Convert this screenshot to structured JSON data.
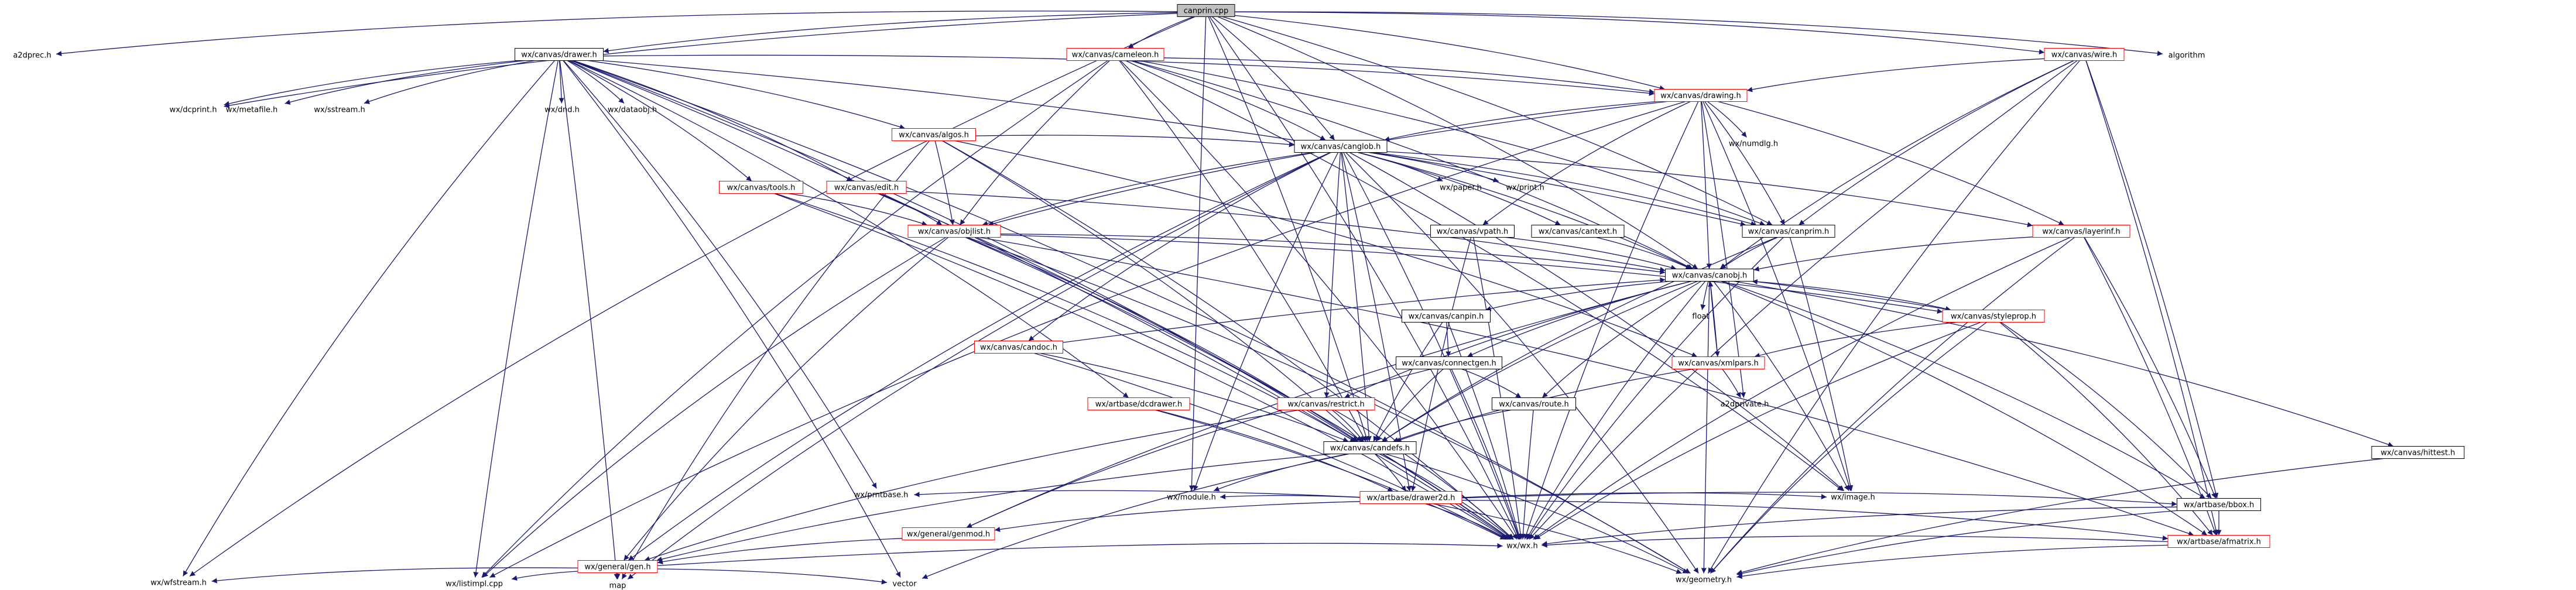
{
  "graph": {
    "root": "canprin.cpp",
    "nodes": [
      {
        "id": "canprin.cpp",
        "label": "canprin.cpp",
        "style": "root"
      },
      {
        "id": "a2dprec.h",
        "label": "a2dprec.h",
        "style": "plain"
      },
      {
        "id": "wx/canvas/drawer.h",
        "label": "wx/canvas/drawer.h",
        "style": "box"
      },
      {
        "id": "wx/canvas/cameleon.h",
        "label": "wx/canvas/cameleon.h",
        "style": "red"
      },
      {
        "id": "wx/canvas/wire.h",
        "label": "wx/canvas/wire.h",
        "style": "red"
      },
      {
        "id": "algorithm",
        "label": "algorithm",
        "style": "plain"
      },
      {
        "id": "wx/canvas/drawing.h",
        "label": "wx/canvas/drawing.h",
        "style": "red"
      },
      {
        "id": "wx/canvas/canglob.h",
        "label": "wx/canvas/canglob.h",
        "style": "box"
      },
      {
        "id": "wx/canvas/algos.h",
        "label": "wx/canvas/algos.h",
        "style": "red"
      },
      {
        "id": "wx/canvas/tools.h",
        "label": "wx/canvas/tools.h",
        "style": "red"
      },
      {
        "id": "wx/canvas/edit.h",
        "label": "wx/canvas/edit.h",
        "style": "red"
      },
      {
        "id": "wx/canvas/objlist.h",
        "label": "wx/canvas/objlist.h",
        "style": "red"
      },
      {
        "id": "wx/canvas/canobj.h",
        "label": "wx/canvas/canobj.h",
        "style": "box"
      },
      {
        "id": "wx/canvas/canprim.h",
        "label": "wx/canvas/canprim.h",
        "style": "box"
      },
      {
        "id": "wx/canvas/layerinf.h",
        "label": "wx/canvas/layerinf.h",
        "style": "red"
      },
      {
        "id": "wx/canvas/vpath.h",
        "label": "wx/canvas/vpath.h",
        "style": "box"
      },
      {
        "id": "wx/canvas/cantext.h",
        "label": "wx/canvas/cantext.h",
        "style": "box"
      },
      {
        "id": "wx/canvas/candoc.h",
        "label": "wx/canvas/candoc.h",
        "style": "red"
      },
      {
        "id": "wx/canvas/canpin.h",
        "label": "wx/canvas/canpin.h",
        "style": "box"
      },
      {
        "id": "wx/canvas/connectgen.h",
        "label": "wx/canvas/connectgen.h",
        "style": "box"
      },
      {
        "id": "wx/canvas/route.h",
        "label": "wx/canvas/route.h",
        "style": "box"
      },
      {
        "id": "wx/canvas/restrict.h",
        "label": "wx/canvas/restrict.h",
        "style": "red"
      },
      {
        "id": "wx/canvas/candefs.h",
        "label": "wx/canvas/candefs.h",
        "style": "box"
      },
      {
        "id": "wx/canvas/styleprop.h",
        "label": "wx/canvas/styleprop.h",
        "style": "red"
      },
      {
        "id": "wx/canvas/xmlpars.h",
        "label": "wx/canvas/xmlpars.h",
        "style": "red"
      },
      {
        "id": "wx/canvas/hittest.h",
        "label": "wx/canvas/hittest.h",
        "style": "box"
      },
      {
        "id": "wx/artbase/dcdrawer.h",
        "label": "wx/artbase/dcdrawer.h",
        "style": "red"
      },
      {
        "id": "wx/artbase/drawer2d.h",
        "label": "wx/artbase/drawer2d.h",
        "style": "red"
      },
      {
        "id": "wx/artbase/bbox.h",
        "label": "wx/artbase/bbox.h",
        "style": "box"
      },
      {
        "id": "wx/artbase/afmatrix.h",
        "label": "wx/artbase/afmatrix.h",
        "style": "red"
      },
      {
        "id": "wx/general/genmod.h",
        "label": "wx/general/genmod.h",
        "style": "red"
      },
      {
        "id": "wx/general/gen.h",
        "label": "wx/general/gen.h",
        "style": "red"
      },
      {
        "id": "wx/wx.h",
        "label": "wx/wx.h",
        "style": "plain"
      },
      {
        "id": "wx/geometry.h",
        "label": "wx/geometry.h",
        "style": "plain"
      },
      {
        "id": "wx/image.h",
        "label": "wx/image.h",
        "style": "plain"
      },
      {
        "id": "wx/module.h",
        "label": "wx/module.h",
        "style": "plain"
      },
      {
        "id": "wx/prntbase.h",
        "label": "wx/prntbase.h",
        "style": "plain"
      },
      {
        "id": "wx/dcprint.h",
        "label": "wx/dcprint.h",
        "style": "plain"
      },
      {
        "id": "wx/metafile.h",
        "label": "wx/metafile.h",
        "style": "plain"
      },
      {
        "id": "wx/sstream.h",
        "label": "wx/sstream.h",
        "style": "plain"
      },
      {
        "id": "wx/dnd.h",
        "label": "wx/dnd.h",
        "style": "plain"
      },
      {
        "id": "wx/dataobj.h",
        "label": "wx/dataobj.h",
        "style": "plain"
      },
      {
        "id": "wx/wfstream.h",
        "label": "wx/wfstream.h",
        "style": "plain"
      },
      {
        "id": "wx/numdlg.h",
        "label": "wx/numdlg.h",
        "style": "plain"
      },
      {
        "id": "wx/paper.h",
        "label": "wx/paper.h",
        "style": "plain"
      },
      {
        "id": "wx/print.h",
        "label": "wx/print.h",
        "style": "plain"
      },
      {
        "id": "a2dprivate.h",
        "label": "a2dprivate.h",
        "style": "plain"
      },
      {
        "id": "float",
        "label": "float",
        "style": "plain"
      },
      {
        "id": "map",
        "label": "map",
        "style": "plain"
      },
      {
        "id": "vector",
        "label": "vector",
        "style": "plain"
      },
      {
        "id": "wx/listimpl.cpp",
        "label": "wx/listimpl.cpp",
        "style": "plain"
      }
    ],
    "edges": [
      [
        "canprin.cpp",
        "a2dprec.h"
      ],
      [
        "canprin.cpp",
        "wx/canvas/drawer.h"
      ],
      [
        "canprin.cpp",
        "wx/canvas/cameleon.h"
      ],
      [
        "canprin.cpp",
        "wx/canvas/wire.h"
      ],
      [
        "canprin.cpp",
        "algorithm"
      ],
      [
        "canprin.cpp",
        "wx/canvas/canglob.h"
      ],
      [
        "canprin.cpp",
        "wx/canvas/canprim.h"
      ],
      [
        "canprin.cpp",
        "wx/canvas/canobj.h"
      ],
      [
        "canprin.cpp",
        "wx/canvas/drawing.h"
      ],
      [
        "canprin.cpp",
        "wx/dcprint.h"
      ],
      [
        "canprin.cpp",
        "wx/wfstream.h"
      ],
      [
        "canprin.cpp",
        "wx/wx.h"
      ],
      [
        "canprin.cpp",
        "wx/module.h"
      ],
      [
        "canprin.cpp",
        "wx/canvas/candefs.h"
      ],
      [
        "wx/canvas/drawer.h",
        "wx/dcprint.h"
      ],
      [
        "wx/canvas/drawer.h",
        "wx/metafile.h"
      ],
      [
        "wx/canvas/drawer.h",
        "wx/sstream.h"
      ],
      [
        "wx/canvas/drawer.h",
        "wx/dnd.h"
      ],
      [
        "wx/canvas/drawer.h",
        "wx/dataobj.h"
      ],
      [
        "wx/canvas/drawer.h",
        "wx/wfstream.h"
      ],
      [
        "wx/canvas/drawer.h",
        "wx/canvas/tools.h"
      ],
      [
        "wx/canvas/drawer.h",
        "wx/canvas/algos.h"
      ],
      [
        "wx/canvas/drawer.h",
        "wx/canvas/edit.h"
      ],
      [
        "wx/canvas/drawer.h",
        "wx/canvas/drawing.h"
      ],
      [
        "wx/canvas/drawer.h",
        "wx/canvas/candefs.h"
      ],
      [
        "wx/canvas/drawer.h",
        "wx/artbase/dcdrawer.h"
      ],
      [
        "wx/canvas/drawer.h",
        "wx/prntbase.h"
      ],
      [
        "wx/canvas/drawer.h",
        "wx/wx.h"
      ],
      [
        "wx/canvas/drawer.h",
        "map"
      ],
      [
        "wx/canvas/drawer.h",
        "vector"
      ],
      [
        "wx/canvas/drawer.h",
        "wx/geometry.h"
      ],
      [
        "wx/canvas/drawer.h",
        "wx/listimpl.cpp"
      ],
      [
        "wx/canvas/drawer.h",
        "wx/canvas/canprim.h"
      ],
      [
        "wx/canvas/cameleon.h",
        "wx/canvas/drawing.h"
      ],
      [
        "wx/canvas/cameleon.h",
        "wx/canvas/canglob.h"
      ],
      [
        "wx/canvas/cameleon.h",
        "wx/canvas/canobj.h"
      ],
      [
        "wx/canvas/cameleon.h",
        "wx/canvas/objlist.h"
      ],
      [
        "wx/canvas/cameleon.h",
        "wx/canvas/candefs.h"
      ],
      [
        "wx/canvas/cameleon.h",
        "wx/wx.h"
      ],
      [
        "wx/canvas/cameleon.h",
        "wx/image.h"
      ],
      [
        "wx/canvas/cameleon.h",
        "wx/listimpl.cpp"
      ],
      [
        "wx/canvas/cameleon.h",
        "wx/canvas/canprim.h"
      ],
      [
        "wx/canvas/wire.h",
        "wx/canvas/drawing.h"
      ],
      [
        "wx/canvas/wire.h",
        "wx/canvas/canobj.h"
      ],
      [
        "wx/canvas/wire.h",
        "wx/canvas/canprim.h"
      ],
      [
        "wx/canvas/wire.h",
        "wx/artbase/bbox.h"
      ],
      [
        "wx/canvas/wire.h",
        "wx/artbase/afmatrix.h"
      ],
      [
        "wx/canvas/wire.h",
        "wx/geometry.h"
      ],
      [
        "wx/canvas/wire.h",
        "wx/wx.h"
      ],
      [
        "wx/canvas/drawing.h",
        "wx/canvas/canglob.h"
      ],
      [
        "wx/canvas/drawing.h",
        "wx/numdlg.h"
      ],
      [
        "wx/canvas/drawing.h",
        "wx/canvas/vpath.h"
      ],
      [
        "wx/canvas/drawing.h",
        "wx/canvas/canprim.h"
      ],
      [
        "wx/canvas/drawing.h",
        "wx/canvas/canobj.h"
      ],
      [
        "wx/canvas/drawing.h",
        "wx/canvas/objlist.h"
      ],
      [
        "wx/canvas/drawing.h",
        "wx/canvas/layerinf.h"
      ],
      [
        "wx/canvas/drawing.h",
        "a2dprivate.h"
      ],
      [
        "wx/canvas/drawing.h",
        "wx/image.h"
      ],
      [
        "wx/canvas/drawing.h",
        "wx/wx.h"
      ],
      [
        "wx/canvas/drawing.h",
        "wx/listimpl.cpp"
      ],
      [
        "wx/canvas/algos.h",
        "wx/canvas/canglob.h"
      ],
      [
        "wx/canvas/algos.h",
        "wx/canvas/objlist.h"
      ],
      [
        "wx/canvas/algos.h",
        "wx/canvas/candefs.h"
      ],
      [
        "wx/canvas/algos.h",
        "wx/canvas/xmlpars.h"
      ],
      [
        "wx/canvas/algos.h",
        "wx/wx.h"
      ],
      [
        "wx/canvas/algos.h",
        "map"
      ],
      [
        "wx/canvas/tools.h",
        "wx/canvas/objlist.h"
      ],
      [
        "wx/canvas/tools.h",
        "wx/canvas/candefs.h"
      ],
      [
        "wx/canvas/tools.h",
        "wx/wx.h"
      ],
      [
        "wx/canvas/edit.h",
        "wx/canvas/objlist.h"
      ],
      [
        "wx/canvas/edit.h",
        "wx/canvas/canobj.h"
      ],
      [
        "wx/canvas/edit.h",
        "wx/wx.h"
      ],
      [
        "wx/canvas/canglob.h",
        "wx/canvas/objlist.h"
      ],
      [
        "wx/canvas/canglob.h",
        "wx/paper.h"
      ],
      [
        "wx/canvas/canglob.h",
        "wx/print.h"
      ],
      [
        "wx/canvas/canglob.h",
        "wx/canvas/cantext.h"
      ],
      [
        "wx/canvas/canglob.h",
        "wx/canvas/canprim.h"
      ],
      [
        "wx/canvas/canglob.h",
        "wx/canvas/layerinf.h"
      ],
      [
        "wx/canvas/canglob.h",
        "wx/canvas/canobj.h"
      ],
      [
        "wx/canvas/canglob.h",
        "wx/canvas/candefs.h"
      ],
      [
        "wx/canvas/canglob.h",
        "wx/canvas/restrict.h"
      ],
      [
        "wx/canvas/canglob.h",
        "wx/canvas/candoc.h"
      ],
      [
        "wx/canvas/canglob.h",
        "wx/module.h"
      ],
      [
        "wx/canvas/canglob.h",
        "wx/wx.h"
      ],
      [
        "wx/canvas/canglob.h",
        "wx/image.h"
      ],
      [
        "wx/canvas/canglob.h",
        "wx/general/gen.h"
      ],
      [
        "wx/canvas/canglob.h",
        "map"
      ],
      [
        "wx/canvas/canglob.h",
        "wx/geometry.h"
      ],
      [
        "wx/canvas/canglob.h",
        "wx/artbase/drawer2d.h"
      ],
      [
        "wx/canvas/objlist.h",
        "wx/canvas/canobj.h"
      ],
      [
        "wx/canvas/objlist.h",
        "wx/canvas/candefs.h"
      ],
      [
        "wx/canvas/objlist.h",
        "wx/general/gen.h"
      ],
      [
        "wx/canvas/objlist.h",
        "wx/wx.h"
      ],
      [
        "wx/canvas/objlist.h",
        "wx/listimpl.cpp"
      ],
      [
        "wx/canvas/objlist.h",
        "wx/canvas/styleprop.h"
      ],
      [
        "wx/canvas/objlist.h",
        "wx/artbase/afmatrix.h"
      ],
      [
        "wx/canvas/objlist.h",
        "wx/geometry.h"
      ],
      [
        "wx/canvas/layerinf.h",
        "wx/canvas/canobj.h"
      ],
      [
        "wx/canvas/layerinf.h",
        "wx/artbase/bbox.h"
      ],
      [
        "wx/canvas/layerinf.h",
        "wx/artbase/afmatrix.h"
      ],
      [
        "wx/canvas/layerinf.h",
        "wx/wx.h"
      ],
      [
        "wx/canvas/layerinf.h",
        "wx/geometry.h"
      ],
      [
        "wx/canvas/vpath.h",
        "wx/canvas/canobj.h"
      ],
      [
        "wx/canvas/vpath.h",
        "wx/wx.h"
      ],
      [
        "wx/canvas/vpath.h",
        "wx/artbase/drawer2d.h"
      ],
      [
        "wx/canvas/canprim.h",
        "wx/canvas/canobj.h"
      ],
      [
        "wx/canvas/canprim.h",
        "wx/image.h"
      ],
      [
        "wx/canvas/canprim.h",
        "wx/wx.h"
      ],
      [
        "wx/canvas/canprim.h",
        "wx/canvas/candefs.h"
      ],
      [
        "wx/canvas/cantext.h",
        "wx/canvas/canobj.h"
      ],
      [
        "wx/canvas/canobj.h",
        "float"
      ],
      [
        "wx/canvas/canobj.h",
        "wx/canvas/canpin.h"
      ],
      [
        "wx/canvas/canobj.h",
        "wx/canvas/connectgen.h"
      ],
      [
        "wx/canvas/canobj.h",
        "wx/canvas/route.h"
      ],
      [
        "wx/canvas/canobj.h",
        "wx/canvas/restrict.h"
      ],
      [
        "wx/canvas/canobj.h",
        "wx/canvas/candefs.h"
      ],
      [
        "wx/canvas/canobj.h",
        "wx/canvas/styleprop.h"
      ],
      [
        "wx/canvas/canobj.h",
        "wx/canvas/xmlpars.h"
      ],
      [
        "wx/canvas/canobj.h",
        "wx/canvas/hittest.h"
      ],
      [
        "wx/canvas/canobj.h",
        "wx/artbase/bbox.h"
      ],
      [
        "wx/canvas/canobj.h",
        "wx/artbase/afmatrix.h"
      ],
      [
        "wx/canvas/canobj.h",
        "wx/general/genmod.h"
      ],
      [
        "wx/canvas/canobj.h",
        "wx/image.h"
      ],
      [
        "wx/canvas/canobj.h",
        "wx/wx.h"
      ],
      [
        "wx/canvas/canobj.h",
        "wx/geometry.h"
      ],
      [
        "wx/canvas/canpin.h",
        "wx/canvas/connectgen.h"
      ],
      [
        "wx/canvas/canpin.h",
        "wx/canvas/candefs.h"
      ],
      [
        "wx/canvas/canpin.h",
        "wx/wx.h"
      ],
      [
        "wx/canvas/connectgen.h",
        "wx/canvas/route.h"
      ],
      [
        "wx/canvas/connectgen.h",
        "wx/canvas/candefs.h"
      ],
      [
        "wx/canvas/connectgen.h",
        "wx/general/genmod.h"
      ],
      [
        "wx/canvas/connectgen.h",
        "wx/wx.h"
      ],
      [
        "wx/canvas/route.h",
        "wx/canvas/candefs.h"
      ],
      [
        "wx/canvas/route.h",
        "wx/wx.h"
      ],
      [
        "wx/canvas/restrict.h",
        "wx/canvas/candefs.h"
      ],
      [
        "wx/canvas/restrict.h",
        "wx/general/gen.h"
      ],
      [
        "wx/canvas/restrict.h",
        "wx/wx.h"
      ],
      [
        "wx/canvas/candoc.h",
        "wx/canvas/canobj.h"
      ],
      [
        "wx/canvas/candoc.h",
        "wx/canvas/candefs.h"
      ],
      [
        "wx/canvas/candoc.h",
        "wx/wx.h"
      ],
      [
        "wx/canvas/styleprop.h",
        "wx/canvas/canobj.h"
      ],
      [
        "wx/canvas/styleprop.h",
        "wx/canvas/xmlpars.h"
      ],
      [
        "wx/canvas/styleprop.h",
        "wx/artbase/bbox.h"
      ],
      [
        "wx/canvas/styleprop.h",
        "wx/artbase/afmatrix.h"
      ],
      [
        "wx/canvas/styleprop.h",
        "wx/wx.h"
      ],
      [
        "wx/canvas/styleprop.h",
        "wx/geometry.h"
      ],
      [
        "wx/canvas/xmlpars.h",
        "wx/canvas/canobj.h"
      ],
      [
        "wx/canvas/xmlpars.h",
        "a2dprivate.h"
      ],
      [
        "wx/canvas/xmlpars.h",
        "wx/canvas/candefs.h"
      ],
      [
        "wx/canvas/hittest.h",
        "wx/geometry.h"
      ],
      [
        "wx/canvas/candefs.h",
        "wx/artbase/drawer2d.h"
      ],
      [
        "wx/canvas/candefs.h",
        "wx/module.h"
      ],
      [
        "wx/canvas/candefs.h",
        "wx/wx.h"
      ],
      [
        "wx/canvas/candefs.h",
        "wx/geometry.h"
      ],
      [
        "wx/canvas/candefs.h",
        "vector"
      ],
      [
        "wx/canvas/candefs.h",
        "wx/general/gen.h"
      ],
      [
        "wx/artbase/dcdrawer.h",
        "wx/artbase/drawer2d.h"
      ],
      [
        "wx/artbase/dcdrawer.h",
        "wx/wx.h"
      ],
      [
        "wx/artbase/drawer2d.h",
        "wx/prntbase.h"
      ],
      [
        "wx/artbase/drawer2d.h",
        "wx/general/genmod.h"
      ],
      [
        "wx/artbase/drawer2d.h",
        "wx/module.h"
      ],
      [
        "wx/artbase/drawer2d.h",
        "wx/wx.h"
      ],
      [
        "wx/artbase/drawer2d.h",
        "wx/image.h"
      ],
      [
        "wx/artbase/drawer2d.h",
        "wx/artbase/bbox.h"
      ],
      [
        "wx/artbase/drawer2d.h",
        "wx/artbase/afmatrix.h"
      ],
      [
        "wx/artbase/drawer2d.h",
        "wx/geometry.h"
      ],
      [
        "wx/artbase/bbox.h",
        "wx/artbase/afmatrix.h"
      ],
      [
        "wx/artbase/bbox.h",
        "wx/wx.h"
      ],
      [
        "wx/artbase/bbox.h",
        "wx/geometry.h"
      ],
      [
        "wx/artbase/afmatrix.h",
        "wx/geometry.h"
      ],
      [
        "wx/artbase/afmatrix.h",
        "wx/wx.h"
      ],
      [
        "wx/general/genmod.h",
        "wx/general/gen.h"
      ],
      [
        "wx/general/gen.h",
        "wx/wfstream.h"
      ],
      [
        "wx/general/gen.h",
        "map"
      ],
      [
        "wx/general/gen.h",
        "vector"
      ],
      [
        "wx/general/gen.h",
        "wx/listimpl.cpp"
      ],
      [
        "wx/general/gen.h",
        "wx/wx.h"
      ]
    ]
  }
}
